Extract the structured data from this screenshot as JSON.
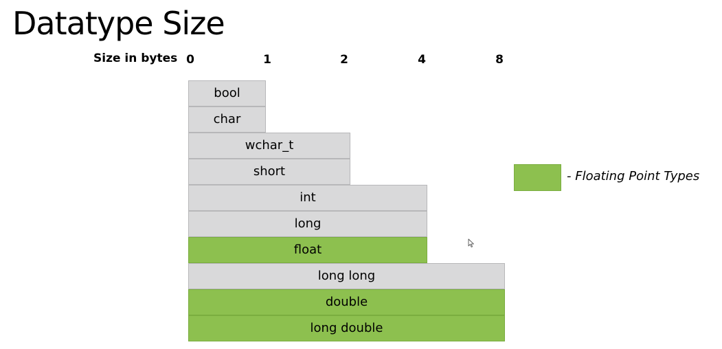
{
  "title": "Datatype Size",
  "axis": {
    "label": "Size in bytes",
    "ticks": [
      "0",
      "1",
      "2",
      "4",
      "8"
    ]
  },
  "chart_data": {
    "type": "bar",
    "categories": [
      "bool",
      "char",
      "wchar_t",
      "short",
      "int",
      "long",
      "float",
      "long long",
      "double",
      "long double"
    ],
    "values": [
      1,
      1,
      2,
      2,
      4,
      4,
      4,
      8,
      8,
      8
    ],
    "floating_point": [
      false,
      false,
      false,
      false,
      false,
      false,
      true,
      false,
      true,
      true
    ],
    "xlabel": "Size in bytes",
    "x_ticks": [
      0,
      1,
      2,
      4,
      8
    ]
  },
  "legend": {
    "text": "- Floating Point Types"
  },
  "colors": {
    "integer_bar": "#d9d9da",
    "floating_bar": "#8dc04f"
  },
  "cursor_icon": "mouse-pointer-icon"
}
